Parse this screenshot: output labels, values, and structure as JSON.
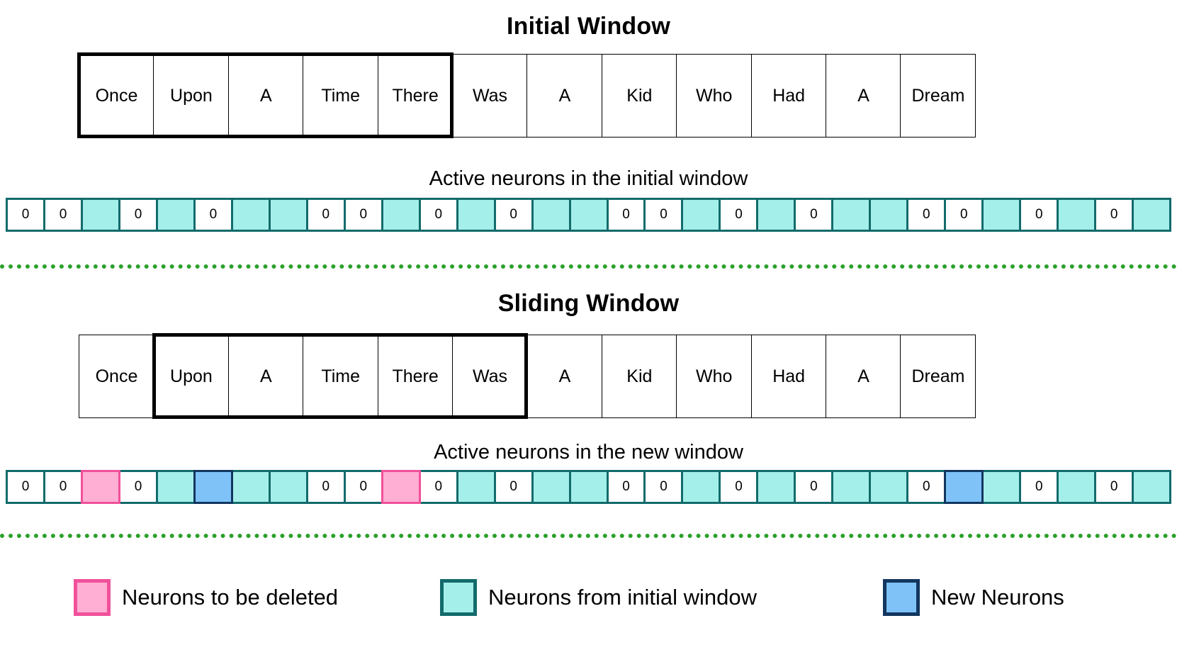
{
  "sections": {
    "initial": {
      "title": "Initial Window",
      "caption": "Active neurons in the initial window",
      "tokens": [
        "Once",
        "Upon",
        "A",
        "Time",
        "There",
        "Was",
        "A",
        "Kid",
        "Who",
        "Had",
        "A",
        "Dream"
      ],
      "window_start_index": 0,
      "window_end_index": 4,
      "neurons": [
        {
          "state": "white",
          "label": "0"
        },
        {
          "state": "white",
          "label": "0"
        },
        {
          "state": "cyan",
          "label": ""
        },
        {
          "state": "white",
          "label": "0"
        },
        {
          "state": "cyan",
          "label": ""
        },
        {
          "state": "white",
          "label": "0"
        },
        {
          "state": "cyan",
          "label": ""
        },
        {
          "state": "cyan",
          "label": ""
        },
        {
          "state": "white",
          "label": "0"
        },
        {
          "state": "white",
          "label": "0"
        },
        {
          "state": "cyan",
          "label": ""
        },
        {
          "state": "white",
          "label": "0"
        },
        {
          "state": "cyan",
          "label": ""
        },
        {
          "state": "white",
          "label": "0"
        },
        {
          "state": "cyan",
          "label": ""
        },
        {
          "state": "cyan",
          "label": ""
        },
        {
          "state": "white",
          "label": "0"
        },
        {
          "state": "white",
          "label": "0"
        },
        {
          "state": "cyan",
          "label": ""
        },
        {
          "state": "white",
          "label": "0"
        },
        {
          "state": "cyan",
          "label": ""
        },
        {
          "state": "white",
          "label": "0"
        },
        {
          "state": "cyan",
          "label": ""
        },
        {
          "state": "cyan",
          "label": ""
        },
        {
          "state": "white",
          "label": "0"
        },
        {
          "state": "white",
          "label": "0"
        },
        {
          "state": "cyan",
          "label": ""
        },
        {
          "state": "white",
          "label": "0"
        },
        {
          "state": "cyan",
          "label": ""
        },
        {
          "state": "white",
          "label": "0"
        },
        {
          "state": "cyan",
          "label": ""
        }
      ]
    },
    "sliding": {
      "title": "Sliding Window",
      "caption": "Active neurons in the new window",
      "tokens": [
        "Once",
        "Upon",
        "A",
        "Time",
        "There",
        "Was",
        "A",
        "Kid",
        "Who",
        "Had",
        "A",
        "Dream"
      ],
      "window_start_index": 1,
      "window_end_index": 5,
      "neurons": [
        {
          "state": "white",
          "label": "0"
        },
        {
          "state": "white",
          "label": "0"
        },
        {
          "state": "pink",
          "label": ""
        },
        {
          "state": "white",
          "label": "0"
        },
        {
          "state": "cyan",
          "label": ""
        },
        {
          "state": "blue",
          "label": ""
        },
        {
          "state": "cyan",
          "label": ""
        },
        {
          "state": "cyan",
          "label": ""
        },
        {
          "state": "white",
          "label": "0"
        },
        {
          "state": "white",
          "label": "0"
        },
        {
          "state": "pink",
          "label": ""
        },
        {
          "state": "white",
          "label": "0"
        },
        {
          "state": "cyan",
          "label": ""
        },
        {
          "state": "white",
          "label": "0"
        },
        {
          "state": "cyan",
          "label": ""
        },
        {
          "state": "cyan",
          "label": ""
        },
        {
          "state": "white",
          "label": "0"
        },
        {
          "state": "white",
          "label": "0"
        },
        {
          "state": "cyan",
          "label": ""
        },
        {
          "state": "white",
          "label": "0"
        },
        {
          "state": "cyan",
          "label": ""
        },
        {
          "state": "white",
          "label": "0"
        },
        {
          "state": "cyan",
          "label": ""
        },
        {
          "state": "cyan",
          "label": ""
        },
        {
          "state": "white",
          "label": "0"
        },
        {
          "state": "blue",
          "label": ""
        },
        {
          "state": "cyan",
          "label": ""
        },
        {
          "state": "white",
          "label": "0"
        },
        {
          "state": "cyan",
          "label": ""
        },
        {
          "state": "white",
          "label": "0"
        },
        {
          "state": "cyan",
          "label": ""
        }
      ]
    }
  },
  "legend": {
    "items": [
      {
        "swatch": "pink",
        "label": "Neurons to be deleted"
      },
      {
        "swatch": "cyan",
        "label": "Neurons from initial window"
      },
      {
        "swatch": "blue",
        "label": "New Neurons"
      }
    ]
  },
  "colors": {
    "cyan_fill": "#a5efeb",
    "cyan_border": "#136b6b",
    "pink_fill": "#ffaed4",
    "pink_border": "#f0519a",
    "blue_fill": "#7ec2f8",
    "blue_border": "#12365f",
    "divider_green": "#2ba02b",
    "token_border": "#000000"
  }
}
